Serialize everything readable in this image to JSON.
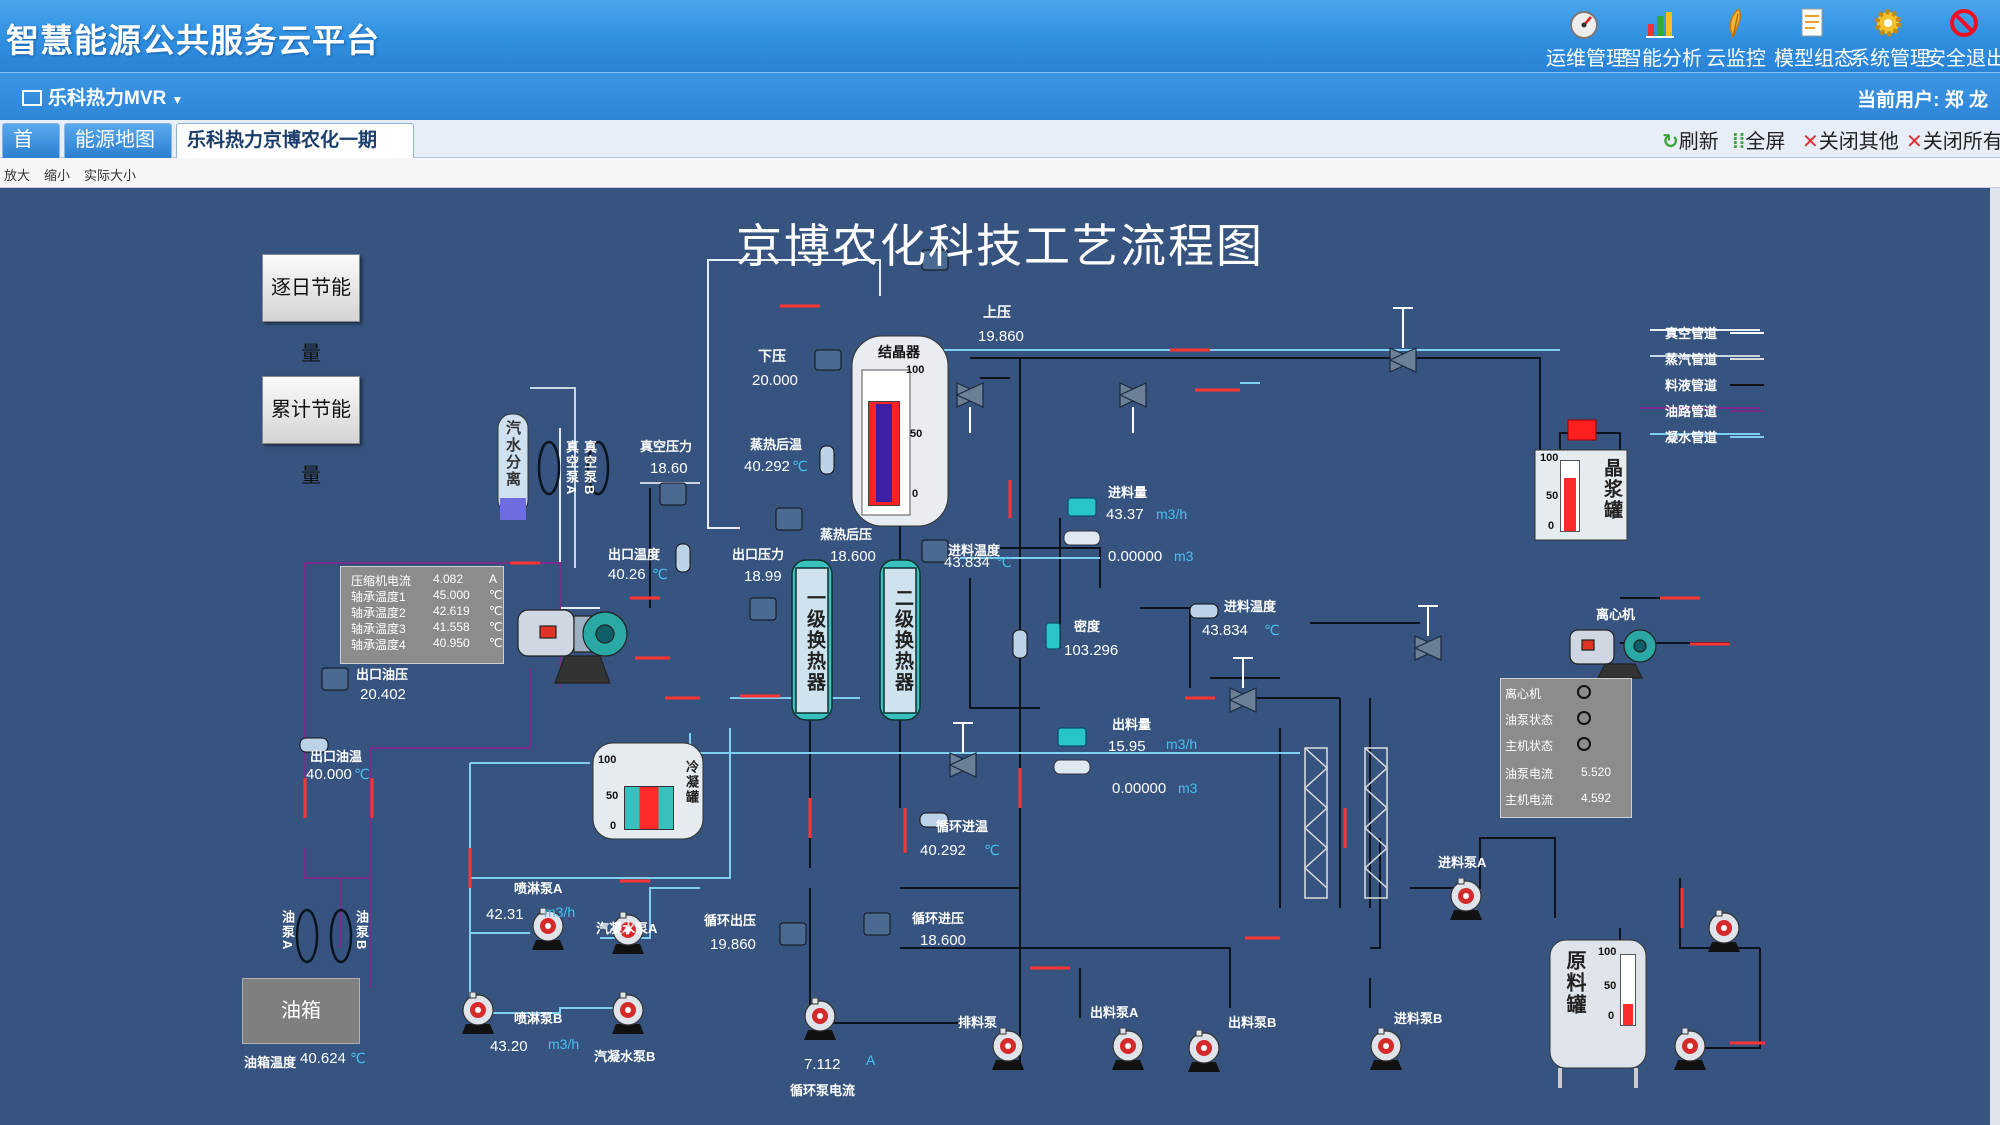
{
  "header": {
    "title": "智慧能源公共服务云平台",
    "menu": [
      {
        "label": "运维管理",
        "icon": "gauge-icon"
      },
      {
        "label": "智能分析",
        "icon": "bar-chart-icon"
      },
      {
        "label": "云监控",
        "icon": "feather-icon"
      },
      {
        "label": "模型组态",
        "icon": "document-icon"
      },
      {
        "label": "系统管理",
        "icon": "gear-icon"
      },
      {
        "label": "安全退出",
        "icon": "no-entry-icon"
      }
    ]
  },
  "subbar": {
    "project": "乐科热力MVR",
    "user": "当前用户: 郑 龙"
  },
  "tabs": {
    "items": [
      {
        "label": "首页"
      },
      {
        "label": "能源地图"
      },
      {
        "label": "乐科热力京博农化一期MVR"
      }
    ],
    "actions": {
      "refresh": "刷新",
      "fullscreen": "全屏",
      "close_others": "关闭其他",
      "close_all": "关闭所有"
    }
  },
  "zoom": {
    "zoom_in": "放大",
    "zoom_out": "缩小",
    "actual": "实际大小"
  },
  "diagram": {
    "title": "京博农化科技工艺流程图",
    "btn_daily": "逐日节能量",
    "btn_total": "累计节能量",
    "legend": [
      {
        "label": "真空管道",
        "color": "#ffffff"
      },
      {
        "label": "蒸汽管道",
        "color": "#d9d9d9"
      },
      {
        "label": "料液管道",
        "color": "#111111"
      },
      {
        "label": "油路管道",
        "color": "#7a2a8a"
      },
      {
        "label": "凝水管道",
        "color": "#7fd0f0"
      }
    ],
    "upper_pressure": {
      "label": "上压",
      "value": "19.860"
    },
    "lower_pressure": {
      "label": "下压",
      "value": "20.000"
    },
    "crystallizer": {
      "label": "结晶器",
      "ticks": [
        "100",
        "50",
        "0"
      ],
      "level": 0.75
    },
    "vacuum_pressure": {
      "label": "真空压力",
      "value": "18.60"
    },
    "superheat_temp": {
      "label": "蒸热后温",
      "value": "40.292",
      "unit": "℃"
    },
    "superheat_press": {
      "label": "蒸热后压",
      "value": "18.600"
    },
    "water_separator": {
      "label": "汽水分离"
    },
    "vacuum_pump_a": "真空泵A",
    "vacuum_pump_b": "真空泵B",
    "outlet_temp": {
      "label": "出口温度",
      "value": "40.26",
      "unit": "℃"
    },
    "outlet_press": {
      "label": "出口压力",
      "value": "18.99"
    },
    "compressor": {
      "rows": [
        {
          "label": "压缩机电流",
          "value": "4.082",
          "unit": "A"
        },
        {
          "label": "轴承温度1",
          "value": "45.000",
          "unit": "℃"
        },
        {
          "label": "轴承温度2",
          "value": "42.619",
          "unit": "℃"
        },
        {
          "label": "轴承温度3",
          "value": "41.558",
          "unit": "℃"
        },
        {
          "label": "轴承温度4",
          "value": "40.950",
          "unit": "℃"
        }
      ]
    },
    "outlet_oil_press": {
      "label": "出口油压",
      "value": "20.402"
    },
    "outlet_oil_temp": {
      "label": "出口油温",
      "value": "40.000",
      "unit": "℃"
    },
    "hx1": "一级换热器",
    "hx2": "二级换热器",
    "feed_temp1": {
      "label": "进料温度",
      "value": "43.834",
      "unit": "℃"
    },
    "feed_flow": {
      "label": "进料量",
      "value": "43.37",
      "unit": "m3/h",
      "total": "0.00000",
      "total_unit": "m3"
    },
    "density": {
      "label": "密度",
      "value": "103.296"
    },
    "feed_temp2": {
      "label": "进料温度",
      "value": "43.834",
      "unit": "℃"
    },
    "out_flow": {
      "label": "出料量",
      "value": "15.95",
      "unit": "m3/h",
      "total": "0.00000",
      "total_unit": "m3"
    },
    "condensate_tank": {
      "label": "冷凝罐",
      "ticks": [
        "100",
        "50",
        "0"
      ],
      "level": 0.55
    },
    "circ_inlet_temp": {
      "label": "循环进温",
      "value": "40.292",
      "unit": "℃"
    },
    "circ_out_press": {
      "label": "循环出压",
      "value": "19.860"
    },
    "circ_in_press": {
      "label": "循环进压",
      "value": "18.600"
    },
    "spray_pump_a": {
      "label": "喷淋泵A",
      "value": "42.31",
      "unit": "m3/h"
    },
    "spray_pump_b": {
      "label": "喷淋泵B",
      "value": "43.20",
      "unit": "m3/h"
    },
    "cond_pump_a": "汽凝水泵A",
    "cond_pump_b": "汽凝水泵B",
    "circ_pump_current": {
      "label": "循环泵电流",
      "value": "7.112",
      "unit": "A"
    },
    "drain_pump": "排料泵",
    "out_pump_a": "出料泵A",
    "out_pump_b": "出料泵B",
    "feed_pump_a": "进料泵A",
    "feed_pump_b": "进料泵B",
    "oil_pump_a": "油泵A",
    "oil_pump_b": "油泵B",
    "oil_tank": {
      "label": "油箱",
      "temp_label": "油箱温度",
      "value": "40.624",
      "unit": "℃"
    },
    "crystal_tank": {
      "label": "晶浆罐",
      "ticks": [
        "100",
        "50",
        "0"
      ],
      "level": 0.75
    },
    "centrifuge": "离心机",
    "status_panel": {
      "rows": [
        {
          "label": "离心机",
          "value": ""
        },
        {
          "label": "油泵状态",
          "value": ""
        },
        {
          "label": "主机状态",
          "value": ""
        },
        {
          "label": "油泵电流",
          "value": "5.520"
        },
        {
          "label": "主机电流",
          "value": "4.592"
        }
      ]
    },
    "raw_tank": {
      "label": "原料罐",
      "ticks": [
        "100",
        "50",
        "0"
      ],
      "level": 0.3
    }
  }
}
